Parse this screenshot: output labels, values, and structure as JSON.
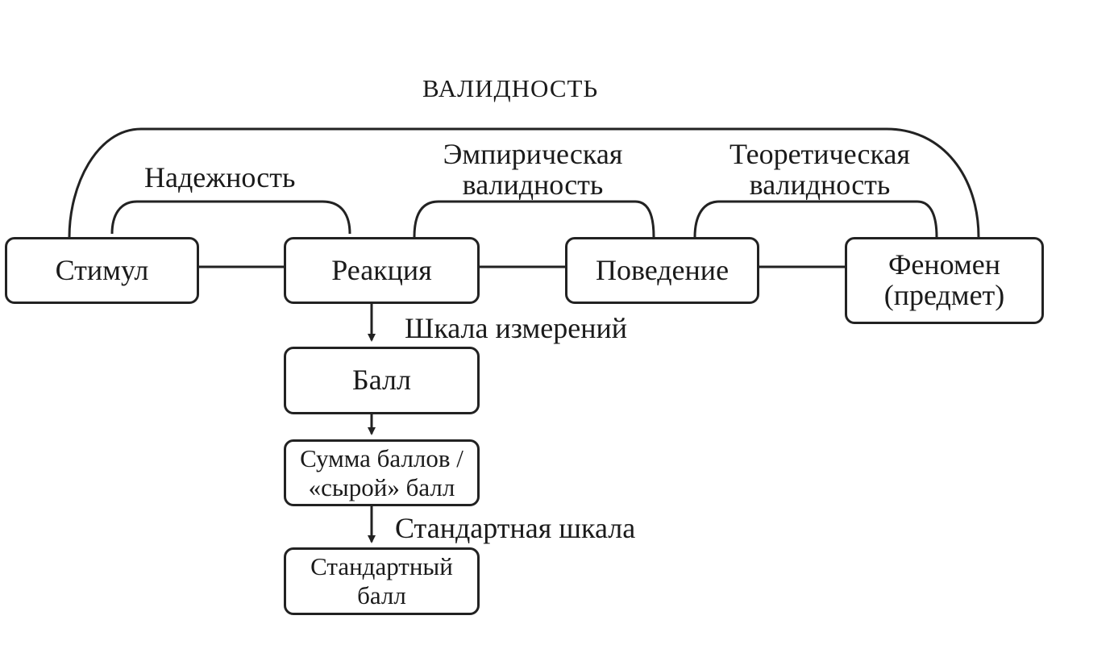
{
  "title": "ВАЛИДНОСТЬ",
  "arcs": {
    "reliability": "Надежность",
    "empirical_line1": "Эмпирическая",
    "empirical_line2": "валидность",
    "theoretical_line1": "Теоретическая",
    "theoretical_line2": "валидность"
  },
  "boxes": {
    "stimulus": "Стимул",
    "reaction": "Реакция",
    "behavior": "Поведение",
    "phenomenon_line1": "Феномен",
    "phenomenon_line2": "(предмет)",
    "score": "Балл",
    "sum_line1": "Сумма баллов /",
    "sum_line2": "«сырой» балл",
    "standard_line1": "Стандартный",
    "standard_line2": "балл"
  },
  "arrow_labels": {
    "measurement_scale": "Шкала измерений",
    "standard_scale": "Стандартная шкала"
  }
}
